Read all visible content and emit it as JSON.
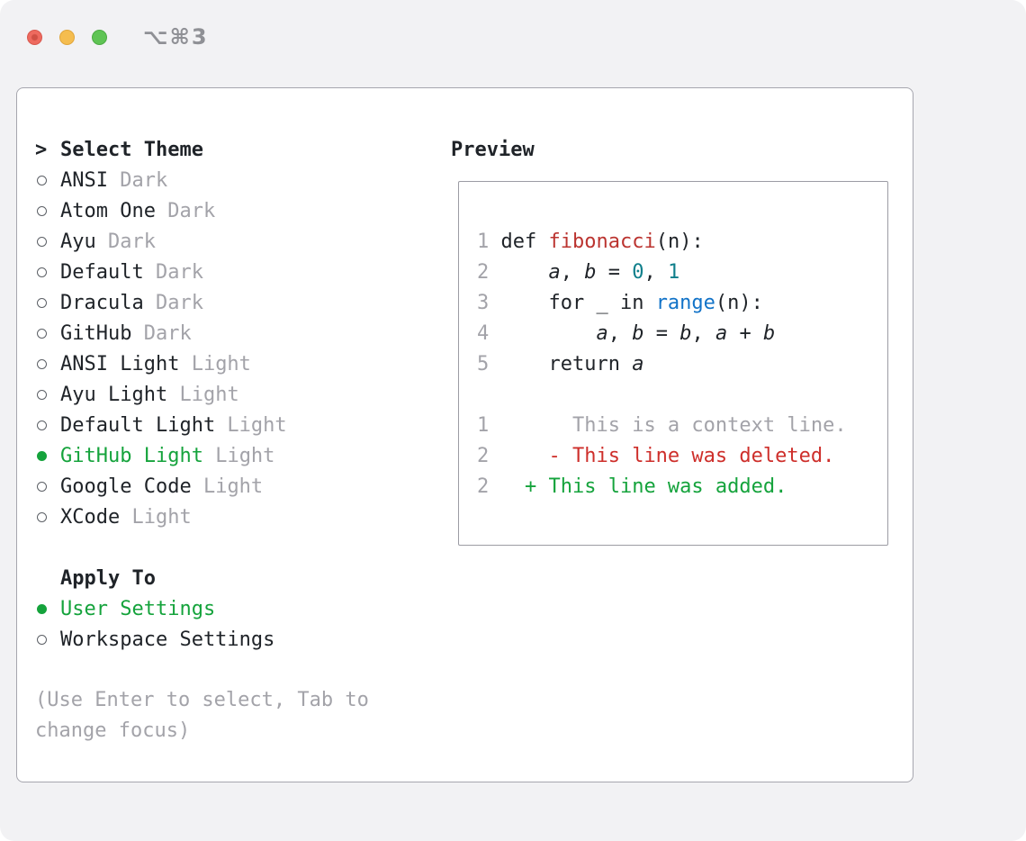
{
  "window": {
    "shortcut": "⌥⌘3"
  },
  "theme_selector": {
    "header_prefix": ">",
    "header": "Select Theme",
    "items": [
      {
        "name": "ANSI",
        "variant": "Dark",
        "selected": false
      },
      {
        "name": "Atom One",
        "variant": "Dark",
        "selected": false
      },
      {
        "name": "Ayu",
        "variant": "Dark",
        "selected": false
      },
      {
        "name": "Default",
        "variant": "Dark",
        "selected": false
      },
      {
        "name": "Dracula",
        "variant": "Dark",
        "selected": false
      },
      {
        "name": "GitHub",
        "variant": "Dark",
        "selected": false
      },
      {
        "name": "ANSI Light",
        "variant": "Light",
        "selected": false
      },
      {
        "name": "Ayu Light",
        "variant": "Light",
        "selected": false
      },
      {
        "name": "Default Light",
        "variant": "Light",
        "selected": false
      },
      {
        "name": "GitHub Light",
        "variant": "Light",
        "selected": true
      },
      {
        "name": "Google Code",
        "variant": "Light",
        "selected": false
      },
      {
        "name": "XCode",
        "variant": "Light",
        "selected": false
      }
    ]
  },
  "apply_to": {
    "header": "Apply To",
    "options": [
      {
        "label": "User Settings",
        "selected": true
      },
      {
        "label": "Workspace Settings",
        "selected": false
      }
    ]
  },
  "hint": "(Use Enter to select, Tab to change focus)",
  "preview": {
    "header": "Preview",
    "lines": [
      {
        "num": "1",
        "segments": [
          [
            "plain",
            "def "
          ],
          [
            "func",
            "fibonacci"
          ],
          [
            "plain",
            "(n):"
          ]
        ]
      },
      {
        "num": "2",
        "segments": [
          [
            "plain",
            "    "
          ],
          [
            "var",
            "a"
          ],
          [
            "plain",
            ", "
          ],
          [
            "var",
            "b"
          ],
          [
            "plain",
            " = "
          ],
          [
            "number",
            "0"
          ],
          [
            "plain",
            ", "
          ],
          [
            "number",
            "1"
          ]
        ]
      },
      {
        "num": "3",
        "segments": [
          [
            "plain",
            "    for _ in "
          ],
          [
            "builtin",
            "range"
          ],
          [
            "plain",
            "(n):"
          ]
        ]
      },
      {
        "num": "4",
        "segments": [
          [
            "plain",
            "        "
          ],
          [
            "var",
            "a"
          ],
          [
            "plain",
            ", "
          ],
          [
            "var",
            "b"
          ],
          [
            "plain",
            " = "
          ],
          [
            "var",
            "b"
          ],
          [
            "plain",
            ", "
          ],
          [
            "var",
            "a"
          ],
          [
            "plain",
            " + "
          ],
          [
            "var",
            "b"
          ]
        ]
      },
      {
        "num": "5",
        "segments": [
          [
            "plain",
            "    return "
          ],
          [
            "var",
            "a"
          ]
        ]
      },
      {
        "num": "",
        "segments": []
      },
      {
        "num": "1",
        "segments": [
          [
            "context",
            "      This is a context line."
          ]
        ]
      },
      {
        "num": "2",
        "segments": [
          [
            "deleted",
            "    - This line was deleted."
          ]
        ]
      },
      {
        "num": "2",
        "segments": [
          [
            "added",
            "  + This line was added."
          ]
        ]
      }
    ]
  },
  "colors": {
    "accent_green": "#15a33c",
    "function_red": "#bb3430",
    "number_teal": "#0f7f8b",
    "builtin_blue": "#1273c8",
    "deleted_red": "#ce2f2b",
    "added_green": "#15a33c",
    "muted_gray": "#a3a3a9"
  }
}
